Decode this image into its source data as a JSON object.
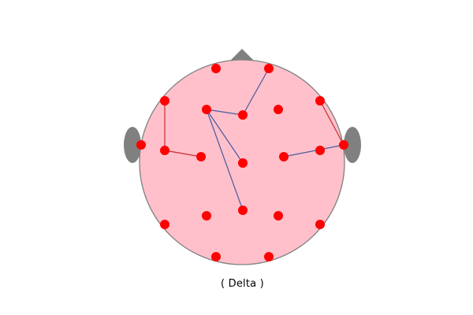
{
  "caption": "( Delta )",
  "colors": {
    "head_fill": "#ffc0cb",
    "head_outline": "#808080",
    "ear_nose": "#808080",
    "electrode": "#ff0000",
    "edge_blue": "#4a5aa0",
    "edge_red": "#cc2a2a"
  },
  "electrodes": [
    "e01",
    "e02",
    "e03",
    "e04",
    "e05",
    "e06",
    "e07",
    "e08",
    "e09",
    "e10",
    "e11",
    "e12",
    "e13",
    "e14",
    "e15",
    "e16",
    "e17",
    "e18",
    "e19"
  ],
  "connections": [
    {
      "from": "e05",
      "to": "e06",
      "color": "blue"
    },
    {
      "from": "e05",
      "to": "e12",
      "color": "blue"
    },
    {
      "from": "e05",
      "to": "e15",
      "color": "blue"
    },
    {
      "from": "e02",
      "to": "e06",
      "color": "blue"
    },
    {
      "from": "e13",
      "to": "e14",
      "color": "blue"
    },
    {
      "from": "e03",
      "to": "e10",
      "color": "red"
    },
    {
      "from": "e10",
      "to": "e11",
      "color": "red"
    },
    {
      "from": "e08",
      "to": "e14",
      "color": "red"
    }
  ]
}
